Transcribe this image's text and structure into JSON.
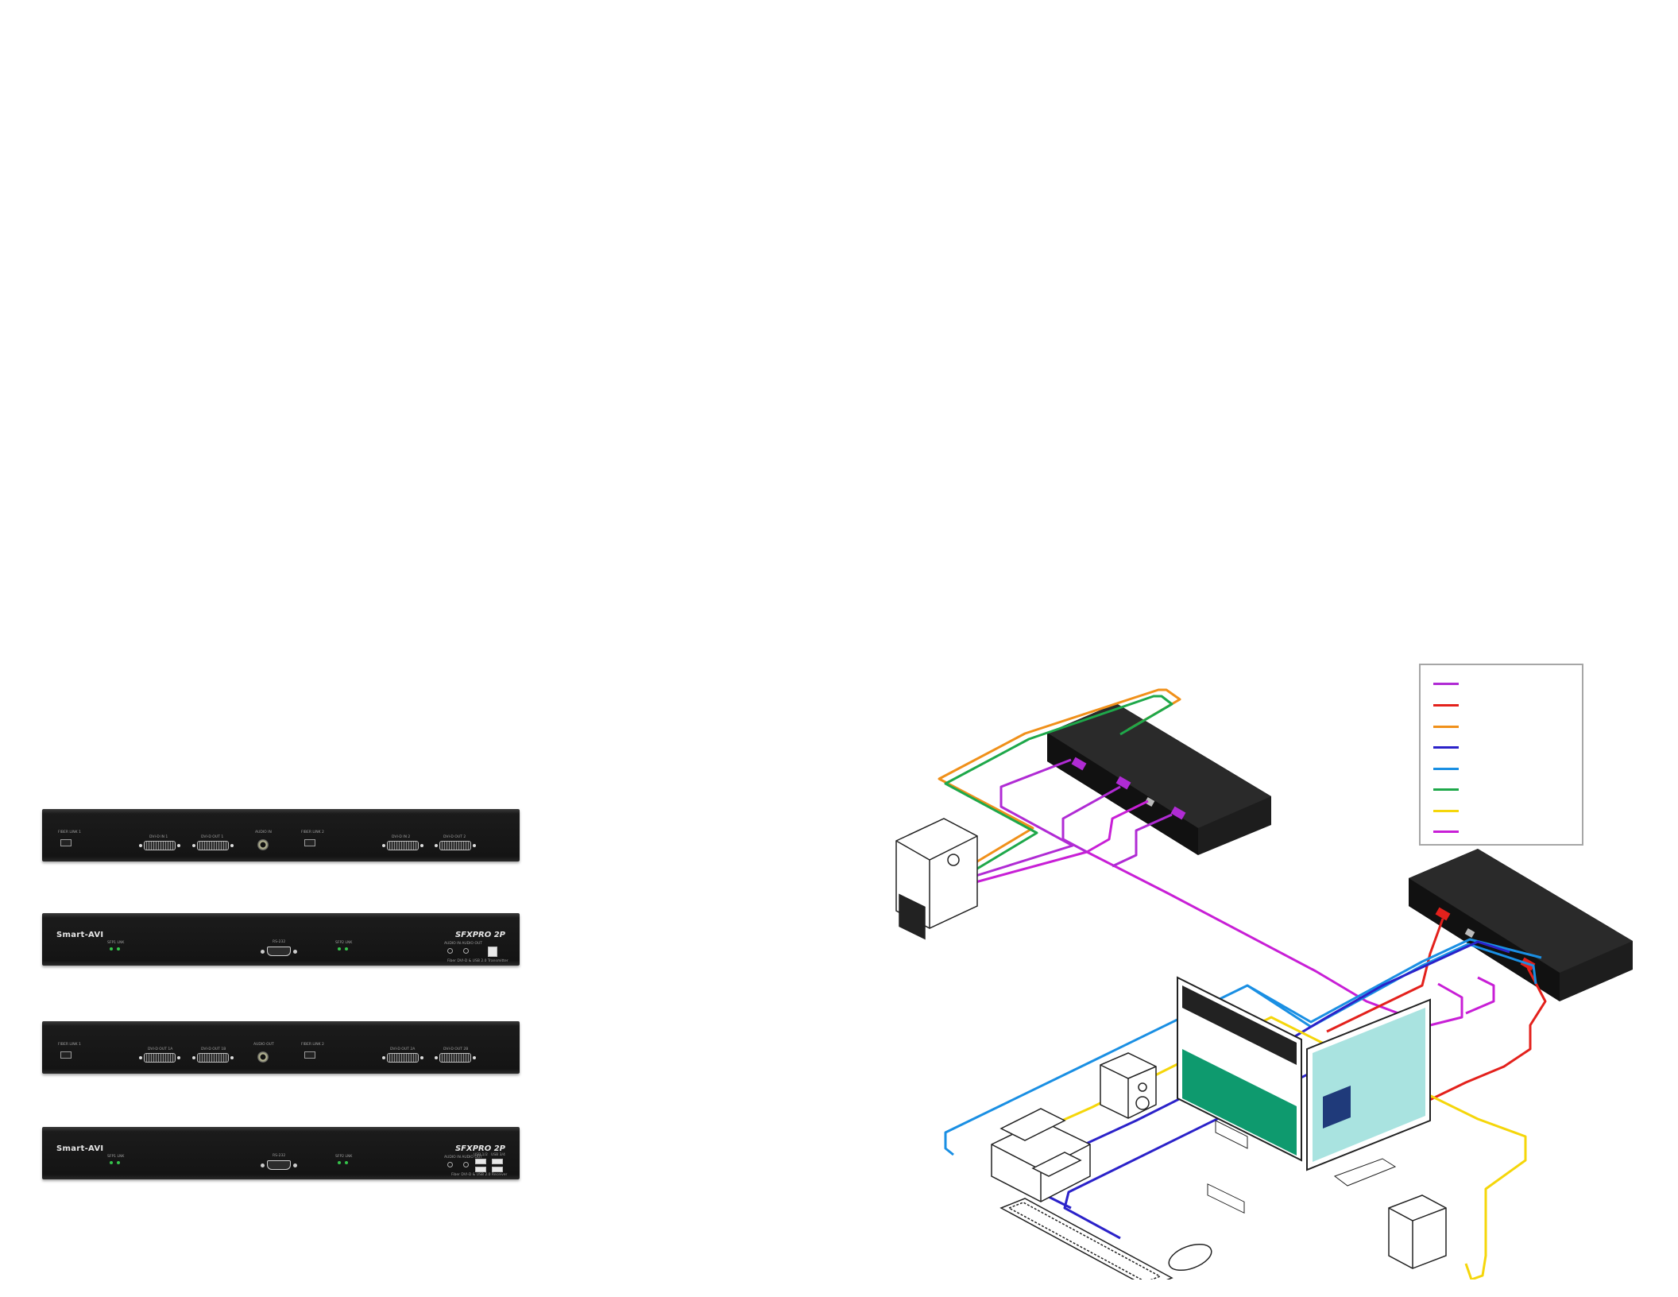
{
  "panels": [
    {
      "variant": "rear-transmitter",
      "labels": {
        "sfp1": "FIBER LINK 1",
        "dvi_a": "DVI-D IN 1",
        "dvi_b": "DVI-D OUT 1",
        "audio": "AUDIO IN",
        "sfp2": "FIBER LINK 2",
        "dvi_c": "DVI-D IN 2",
        "dvi_d": "DVI-D OUT 2"
      }
    },
    {
      "variant": "front-transmitter",
      "brand": "Smart-AVI",
      "model": "SFXPRO 2P",
      "labels": {
        "led1": "SFP1 LNK",
        "rs232": "RS-232",
        "led2": "SFP2 LNK",
        "audio": "AUDIO IN  AUDIO OUT",
        "caption": "Fiber DVI-D & USB 2.0 Transmitter"
      }
    },
    {
      "variant": "rear-receiver",
      "labels": {
        "sfp1": "FIBER LINK 1",
        "dvi_a": "DVI-D OUT 1A",
        "dvi_b": "DVI-D OUT 1B",
        "audio": "AUDIO OUT",
        "sfp2": "FIBER LINK 2",
        "dvi_c": "DVI-D OUT 2A",
        "dvi_d": "DVI-D OUT 2B"
      }
    },
    {
      "variant": "front-receiver",
      "brand": "Smart-AVI",
      "model": "SFXPRO 2P",
      "labels": {
        "led1": "SFP1 LNK",
        "rs232": "RS-232",
        "led2": "SFP2 LNK",
        "audio": "AUDIO IN  AUDIO OUT",
        "usb1": "USB 1/2",
        "usb2": "USB 3/4",
        "caption": "Fiber DVI-D & USB 2.0 Receiver"
      }
    }
  ],
  "legend": {
    "items": [
      {
        "color": "#b02bd4",
        "label": ""
      },
      {
        "color": "#e3211c",
        "label": ""
      },
      {
        "color": "#f0901a",
        "label": ""
      },
      {
        "color": "#2b22c9",
        "label": ""
      },
      {
        "color": "#1a8fe3",
        "label": ""
      },
      {
        "color": "#1ea84a",
        "label": ""
      },
      {
        "color": "#f5d60a",
        "label": ""
      },
      {
        "color": "#c81fd6",
        "label": ""
      }
    ]
  }
}
